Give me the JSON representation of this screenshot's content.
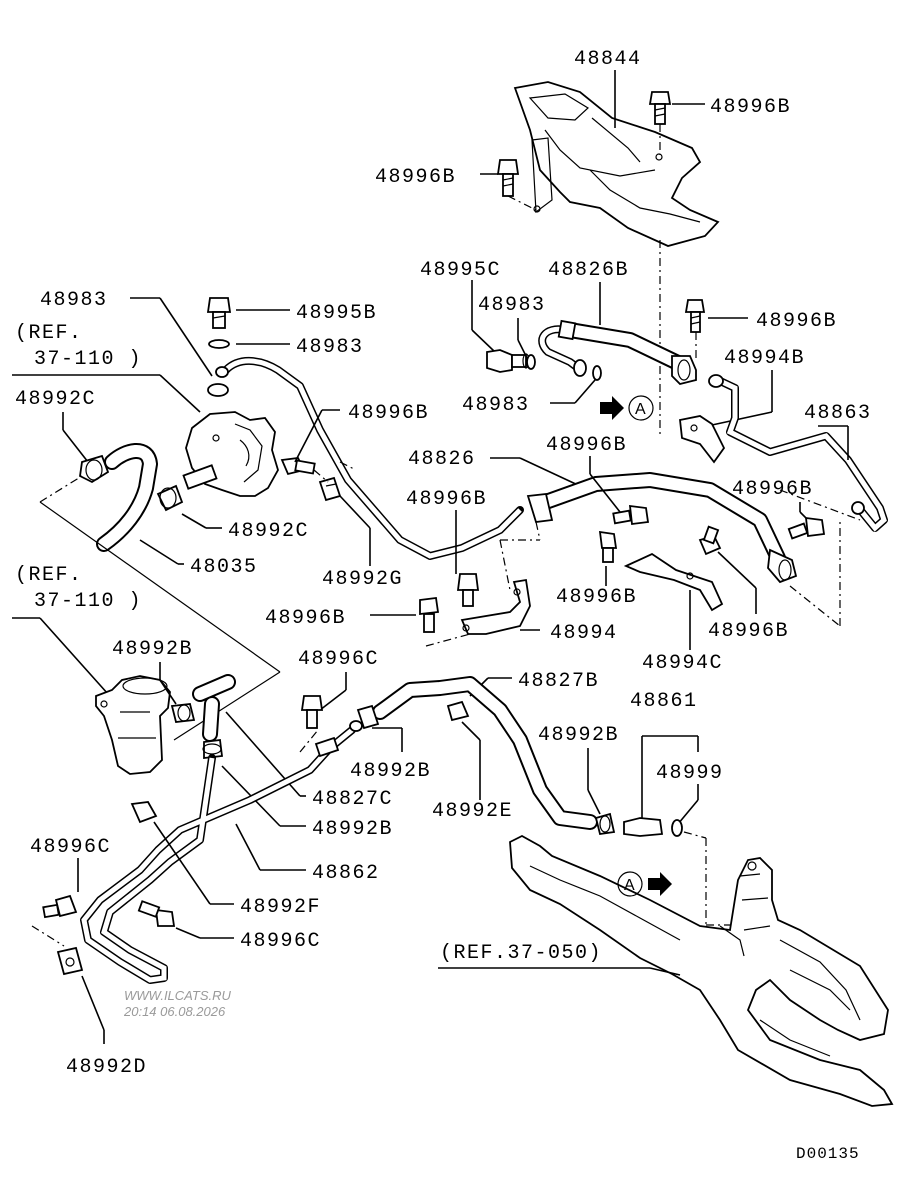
{
  "diagram_code": "D00135",
  "watermark": {
    "line1": "WWW.ILCATS.RU",
    "line2": "20:14 06.08.2026"
  },
  "callout_letter": "A",
  "refs": {
    "pump_ref_1": "(REF.",
    "pump_ref_2": "37-110 )",
    "reservoir_ref_1": "(REF.",
    "reservoir_ref_2": "37-110 )",
    "gear_ref": "(REF.37-050)"
  },
  "labels": {
    "p48844": "48844",
    "p48996B_top": "48996B",
    "p48996B_left_top": "48996B",
    "p48995C": "48995C",
    "p48826B": "48826B",
    "p48983_mid": "48983",
    "p48983_left": "48983",
    "p48995B": "48995B",
    "p48983_ring": "48983",
    "p48996B_right1": "48996B",
    "p48994B": "48994B",
    "p48983_lower": "48983",
    "p48863": "48863",
    "p48992C_top": "48992C",
    "p48996B_center": "48996B",
    "p48826": "48826",
    "p48996B_center2": "48996B",
    "p48996B_right2": "48996B",
    "p48992C_bottom": "48992C",
    "p48996B_mid": "48996B",
    "p48035": "48035",
    "p48992G": "48992G",
    "p48996B_low": "48996B",
    "p48996B_left": "48996B",
    "p48994": "48994",
    "p48996B_right3": "48996B",
    "p48994C": "48994C",
    "p48992B_top": "48992B",
    "p48996C_top": "48996C",
    "p48827B": "48827B",
    "p48861": "48861",
    "p48992B_right": "48992B",
    "p48999": "48999",
    "p48992B_mid": "48992B",
    "p48827C": "48827C",
    "p48992E": "48992E",
    "p48992B_low": "48992B",
    "p48996C_left": "48996C",
    "p48862": "48862",
    "p48992F": "48992F",
    "p48996C_bottom": "48996C",
    "p48992D": "48992D"
  }
}
